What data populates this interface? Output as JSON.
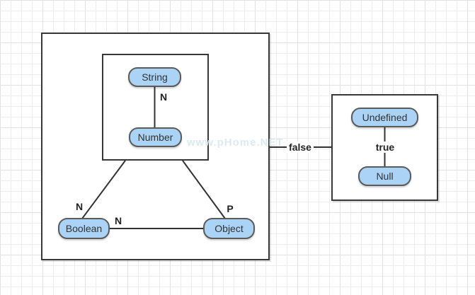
{
  "watermark": {
    "text": "www.pHome.NET"
  },
  "nodes": {
    "string": {
      "label": "String"
    },
    "number": {
      "label": "Number"
    },
    "boolean": {
      "label": "Boolean"
    },
    "object": {
      "label": "Object"
    },
    "undefined": {
      "label": "Undefined"
    },
    "null": {
      "label": "Null"
    }
  },
  "edges": {
    "string_number": {
      "label": "N"
    },
    "container_boolean": {
      "label": "N"
    },
    "boolean_object": {
      "label": "N"
    },
    "container_object": {
      "label": "P"
    },
    "left_right": {
      "label": "false"
    },
    "undefined_null": {
      "label": "true"
    }
  },
  "colors": {
    "node_fill": "#aad3f5",
    "node_border": "#5b5b5b",
    "node_text": "#333333",
    "label_text": "#222222",
    "edge": "#333333",
    "container_border": "#383838",
    "grid_minor": "#ededed",
    "grid_major": "#e2e2e2",
    "watermark_color": "#d9e8ef"
  }
}
